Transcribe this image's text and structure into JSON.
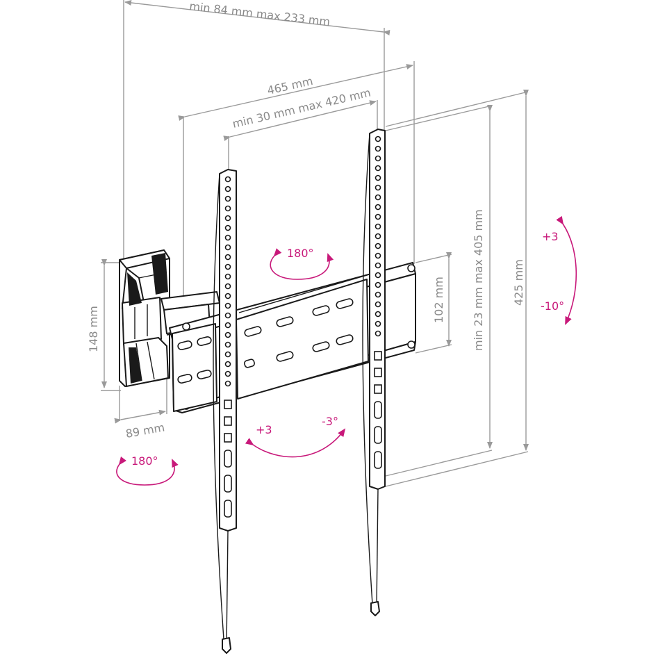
{
  "dimensions": {
    "depth_range": "min 84 mm max 233 mm",
    "width_overall": "465 mm",
    "width_vesa_range": "min 30 mm max 420 mm",
    "height_vesa_range": "min 23 mm max 405 mm",
    "height_overall": "425 mm",
    "wall_plate_height": "148 mm",
    "wall_plate_width": "89 mm",
    "arm_plate_height": "102 mm"
  },
  "motions": {
    "swivel_arm": "180°",
    "swivel_wall": "180°",
    "tilt_up": "+3",
    "tilt_down": "-10°",
    "level_plus": "+3",
    "level_minus": "-3°"
  },
  "colors": {
    "dimension_gray": "#9a9a9a",
    "motion_magenta": "#c8197a",
    "ink": "#1a1a1a"
  }
}
